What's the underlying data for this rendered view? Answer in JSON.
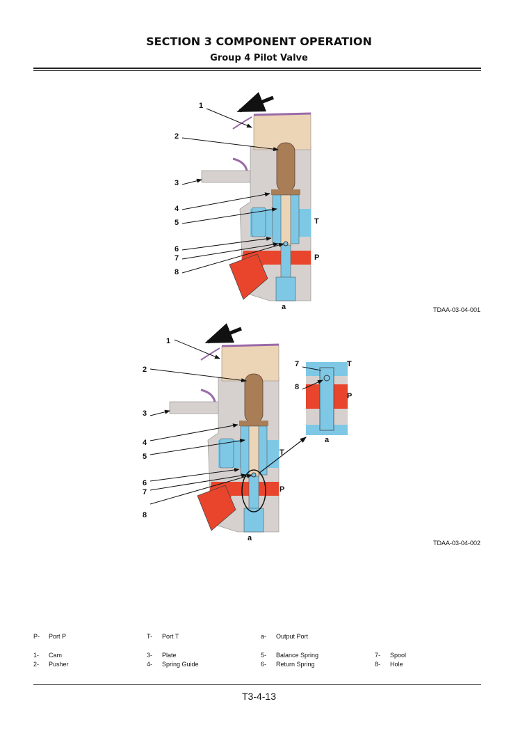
{
  "header": {
    "section": "SECTION 3 COMPONENT OPERATION",
    "group": "Group 4 Pilot Valve"
  },
  "figure1": {
    "labels": [
      "1",
      "2",
      "3",
      "4",
      "5",
      "6",
      "7",
      "8"
    ],
    "port_t": "T",
    "port_p": "P",
    "port_a": "a",
    "code": "TDAA-03-04-001"
  },
  "figure2": {
    "labels": [
      "1",
      "2",
      "3",
      "4",
      "5",
      "6",
      "7",
      "8"
    ],
    "port_t": "T",
    "port_p": "P",
    "port_a": "a",
    "code": "TDAA-03-04-002",
    "inset": {
      "label7": "7",
      "label8": "8",
      "port_t": "T",
      "port_p": "P",
      "port_a": "a"
    }
  },
  "legend": [
    {
      "key": "P-",
      "text": "Port P"
    },
    {
      "key": "T-",
      "text": "Port T"
    },
    {
      "key": "a-",
      "text": "Output Port"
    },
    {
      "key": "1-",
      "text": "Cam"
    },
    {
      "key": "2-",
      "text": "Pusher"
    },
    {
      "key": "3-",
      "text": "Plate"
    },
    {
      "key": "4-",
      "text": "Spring Guide"
    },
    {
      "key": "5-",
      "text": "Balance Spring"
    },
    {
      "key": "6-",
      "text": "Return Spring"
    },
    {
      "key": "7-",
      "text": "Spool"
    },
    {
      "key": "8-",
      "text": "Hole"
    }
  ],
  "footer": {
    "page": "T3-4-13"
  },
  "colors": {
    "body": "#d6d1cf",
    "cam": "#ecd4b6",
    "pusher": "#a97e57",
    "tank": "#7ec8e6",
    "pressure": "#e8452c",
    "lever": "#9a6aa8"
  }
}
